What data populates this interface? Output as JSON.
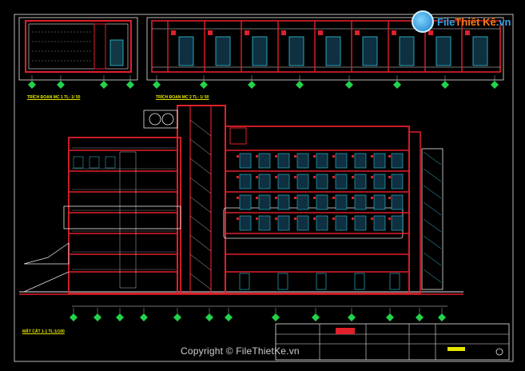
{
  "drawing": {
    "label_detail_1": "TRÍCH ĐOẠN MC 1  TL: 1/ 50",
    "label_detail_2": "TRÍCH ĐOẠN MC 2  TL: 1/ 50",
    "label_section": "MẶT CẮT 1-1  TL:1/100",
    "colors": {
      "background": "#000000",
      "wall": "#e0202a",
      "line": "#e8e8e8",
      "glazing": "#33c6e0",
      "grid_marker": "#22d34a",
      "label": "#e6e600"
    }
  },
  "watermark": {
    "logo_text_main": "File",
    "logo_text_accent": "Thiết Kế",
    "logo_text_suffix": ".vn",
    "copyright": "Copyright © FileThietKe.vn"
  }
}
